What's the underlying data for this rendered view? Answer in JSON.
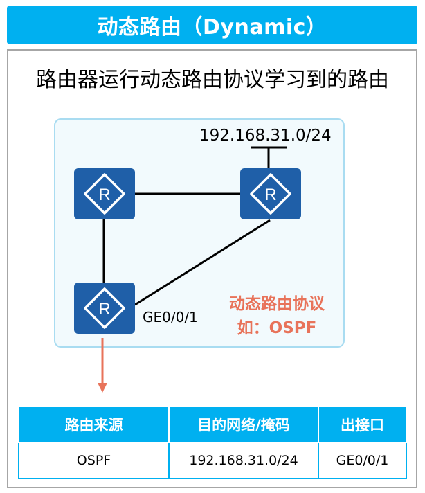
{
  "header": {
    "title": "动态路由（Dynamic）"
  },
  "subtitle": "路由器运行动态路由协议学习到的路由",
  "diagram": {
    "routers": [
      {
        "label": "R"
      },
      {
        "label": "R"
      },
      {
        "label": "R"
      }
    ],
    "network_label": "192.168.31.0/24",
    "interface_label": "GE0/0/1",
    "protocol_title": "动态路由协议",
    "protocol_example": "如：OSPF"
  },
  "colors": {
    "accent": "#00b0f0",
    "router": "#1f5fa8",
    "arrow": "#e8735a",
    "protocol_text": "#e8735a"
  },
  "table": {
    "headers": [
      "路由来源",
      "目的网络/掩码",
      "出接口"
    ],
    "rows": [
      [
        "OSPF",
        "192.168.31.0/24",
        "GE0/0/1"
      ]
    ]
  }
}
